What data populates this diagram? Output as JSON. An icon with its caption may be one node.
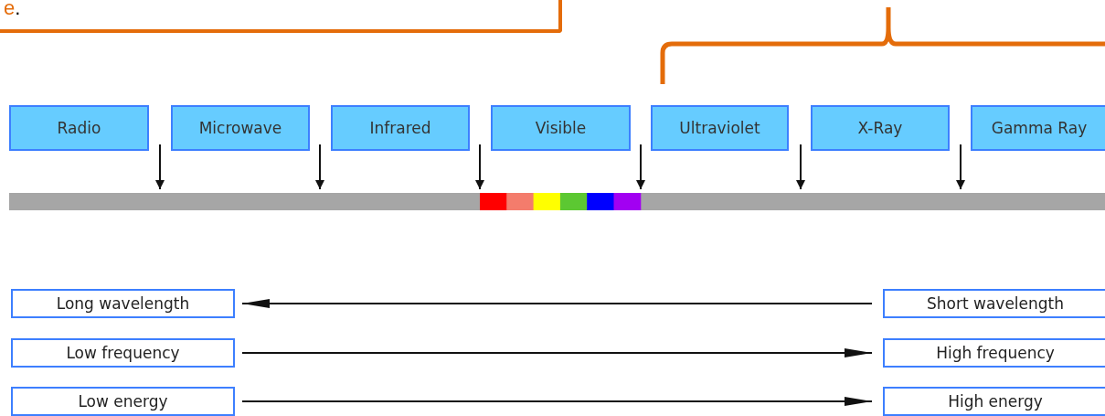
{
  "diagram": {
    "nodes": [
      {
        "text": [
          "e."
        ]
      },
      {
        "text": [
          "Radio"
        ]
      },
      {
        "text": [
          "Microwave"
        ]
      },
      {
        "text": [
          "Infrared"
        ]
      },
      {
        "text": [
          "Visible"
        ]
      },
      {
        "text": [
          "Ultraviolet"
        ]
      },
      {
        "text": [
          "X-Ray"
        ]
      },
      {
        "text": [
          "Gamma Ray"
        ]
      },
      {
        "text": [],
        "shape": "bar"
      },
      {
        "text": [
          "Long wavelength"
        ]
      },
      {
        "text": [
          "Short wavelength"
        ]
      },
      {
        "text": [
          "Low frequency"
        ]
      },
      {
        "text": [
          "High frequency"
        ]
      },
      {
        "text": [
          "Low energy"
        ]
      },
      {
        "text": [
          "High energy"
        ]
      }
    ],
    "edges": [
      {
        "from": 10,
        "to": 9,
        "arrow": "to"
      },
      {
        "from": 11,
        "to": 12,
        "arrow": "to"
      },
      {
        "from": 13,
        "to": 14,
        "arrow": "to"
      }
    ]
  }
}
